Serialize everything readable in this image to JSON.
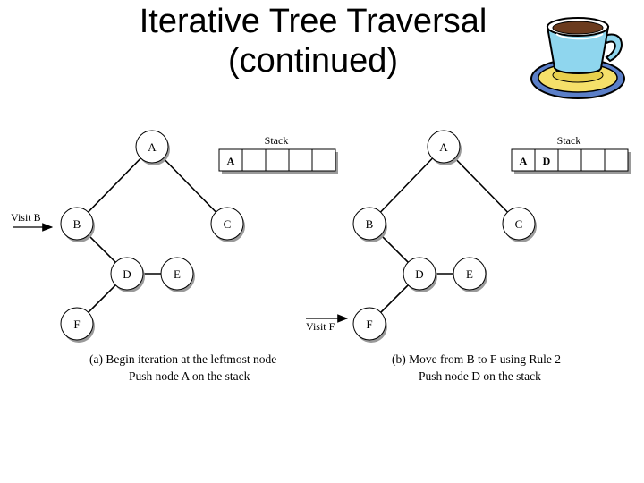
{
  "slide": {
    "title_line1": "Iterative Tree Traversal",
    "title_line2": "(continued)",
    "icon": "teacup-icon"
  },
  "colors": {
    "cup_blue": "#8fd6ee",
    "saucer_yellow": "#f5e06a",
    "node_shadow": "#9a9a9a"
  },
  "panels": [
    {
      "id": "a",
      "nodes": {
        "A": "A",
        "B": "B",
        "C": "C",
        "D": "D",
        "E": "E",
        "F": "F"
      },
      "stack_label": "Stack",
      "stack": [
        "A",
        "",
        "",
        "",
        ""
      ],
      "visit_label": "Visit B",
      "caption_line1": "(a)  Begin iteration at the leftmost node",
      "caption_line2": "Push node A on the stack"
    },
    {
      "id": "b",
      "nodes": {
        "A": "A",
        "B": "B",
        "C": "C",
        "D": "D",
        "E": "E",
        "F": "F"
      },
      "stack_label": "Stack",
      "stack": [
        "A",
        "D",
        "",
        "",
        ""
      ],
      "visit_label": "Visit F",
      "caption_line1": "(b)  Move from B to F using Rule 2",
      "caption_line2": "Push node D on the stack"
    }
  ]
}
